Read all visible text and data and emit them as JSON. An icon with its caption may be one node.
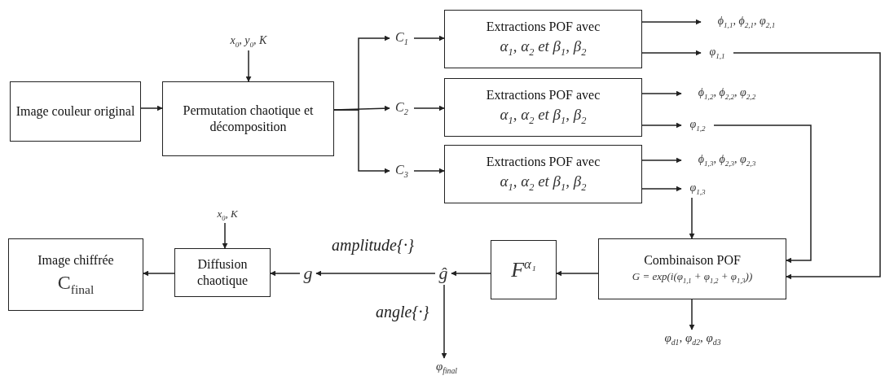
{
  "diagram": {
    "nodes": [
      {
        "text": [
          "Image couleur original"
        ]
      },
      {
        "text": [
          "Permutation chaotique et décomposition"
        ]
      },
      {
        "text": [
          "x$_{0}$, y$_{0}$, K"
        ]
      },
      {
        "text": [
          "C$_{1}$"
        ]
      },
      {
        "text": [
          "C$_{2}$"
        ]
      },
      {
        "text": [
          "C$_{3}$"
        ]
      },
      {
        "text": [
          "Extractions POF avec",
          "α$_{1}$, α$_{2}$ et β$_{1}$, β$_{2}$"
        ]
      },
      {
        "text": [
          "Extractions POF avec",
          "α$_{1}$, α$_{2}$ et β$_{1}$, β$_{2}$"
        ]
      },
      {
        "text": [
          "Extractions POF avec",
          "α$_{1}$, α$_{2}$ et β$_{1}$, β$_{2}$"
        ]
      },
      {
        "text": [
          "ϕ$_{1,1}$, ϕ$_{2,1}$, φ$_{2,1}$"
        ]
      },
      {
        "text": [
          "φ$_{1,1}$"
        ]
      },
      {
        "text": [
          "ϕ$_{1,2}$, ϕ$_{2,2}$, φ$_{2,2}$"
        ]
      },
      {
        "text": [
          "φ$_{1,2}$"
        ]
      },
      {
        "text": [
          "ϕ$_{1,3}$, ϕ$_{2,3}$, φ$_{2,3}$"
        ]
      },
      {
        "text": [
          "φ$_{1,3}$"
        ]
      },
      {
        "text": [
          "Combinaison POF",
          "G = exp(*i*(φ$_{1,1}$ + φ$_{1,2}$ + φ$_{1,3}$))"
        ]
      },
      {
        "text": [
          "F$^{α₁}$"
        ]
      },
      {
        "text": [
          "ĝ"
        ]
      },
      {
        "text": [
          "g"
        ]
      },
      {
        "text": [
          "x$_{0}$, K"
        ]
      },
      {
        "text": [
          "Diffusion chaotique"
        ]
      },
      {
        "text": [
          "Image chiffrée",
          "C$_{final}$"
        ]
      },
      {
        "text": [
          "φ$_{final}$"
        ]
      },
      {
        "text": [
          "φ$_{d1}$, φ$_{d2}$, φ$_{d3}$"
        ]
      }
    ],
    "edges": [
      {
        "from": 0,
        "to": 1,
        "arrow": "to"
      },
      {
        "from": 2,
        "to": 1,
        "arrow": "to"
      },
      {
        "from": 1,
        "to": 3,
        "arrow": "to"
      },
      {
        "from": 1,
        "to": 4,
        "arrow": "to"
      },
      {
        "from": 1,
        "to": 5,
        "arrow": "to"
      },
      {
        "from": 3,
        "to": 6,
        "arrow": "to"
      },
      {
        "from": 4,
        "to": 7,
        "arrow": "to"
      },
      {
        "from": 5,
        "to": 8,
        "arrow": "to"
      },
      {
        "from": 6,
        "to": 9,
        "arrow": "to"
      },
      {
        "from": 6,
        "to": 10,
        "arrow": "to"
      },
      {
        "from": 7,
        "to": 11,
        "arrow": "to"
      },
      {
        "from": 7,
        "to": 12,
        "arrow": "to"
      },
      {
        "from": 8,
        "to": 13,
        "arrow": "to"
      },
      {
        "from": 8,
        "to": 14,
        "arrow": "to"
      },
      {
        "from": 10,
        "to": 15,
        "arrow": "to"
      },
      {
        "from": 12,
        "to": 15,
        "arrow": "to"
      },
      {
        "from": 14,
        "to": 15,
        "arrow": "to"
      },
      {
        "from": 15,
        "to": 16,
        "arrow": "to"
      },
      {
        "from": 16,
        "to": 17,
        "arrow": "to"
      },
      {
        "from": 17,
        "to": 18,
        "arrow": "to",
        "label": "amplitude{·}"
      },
      {
        "from": 17,
        "to": 22,
        "arrow": "to",
        "label": "angle{·}"
      },
      {
        "from": 18,
        "to": 20,
        "arrow": "to"
      },
      {
        "from": 19,
        "to": 20,
        "arrow": "to"
      },
      {
        "from": 20,
        "to": 21,
        "arrow": "to"
      },
      {
        "from": 15,
        "to": 23,
        "arrow": "to"
      }
    ]
  }
}
